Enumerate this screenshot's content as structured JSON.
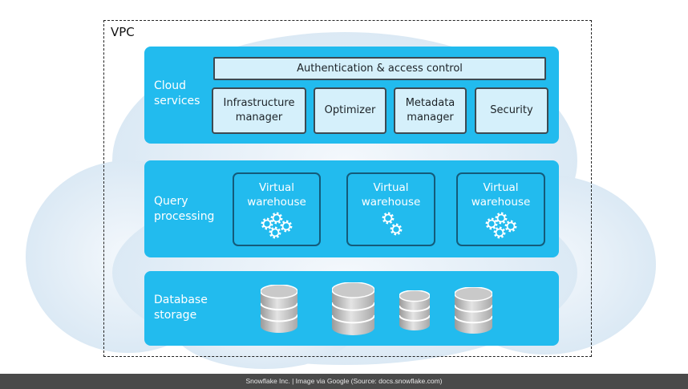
{
  "diagram": {
    "vpc_label": "VPC",
    "layers": {
      "cloud_services": {
        "label_line1": "Cloud",
        "label_line2": "services",
        "auth_box": "Authentication & access control",
        "components": [
          {
            "line1": "Infrastructure",
            "line2": "manager"
          },
          {
            "line1": "Optimizer",
            "line2": ""
          },
          {
            "line1": "Metadata",
            "line2": "manager"
          },
          {
            "line1": "Security",
            "line2": ""
          }
        ]
      },
      "query_processing": {
        "label_line1": "Query",
        "label_line2": "processing",
        "warehouses": [
          {
            "line1": "Virtual",
            "line2": "warehouse",
            "gear_count": 4
          },
          {
            "line1": "Virtual",
            "line2": "warehouse",
            "gear_count": 2
          },
          {
            "line1": "Virtual",
            "line2": "warehouse",
            "gear_count": 4
          }
        ]
      },
      "database_storage": {
        "label_line1": "Database",
        "label_line2": "storage",
        "database_count": 4
      }
    },
    "colors": {
      "layer_blue": "#22bbee",
      "component_fill": "#d5f0fb",
      "cloud_fill": "#dbe9f5"
    }
  },
  "footer": {
    "caption": "Snowflake Inc. | Image via Google (Source: docs.snowflake.com)"
  }
}
